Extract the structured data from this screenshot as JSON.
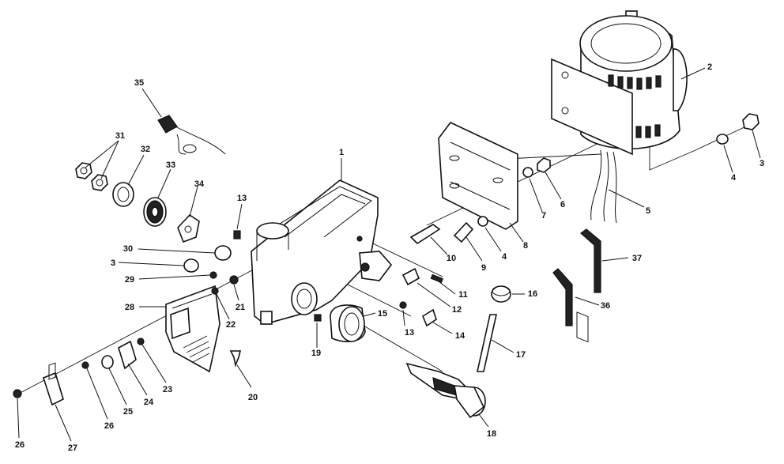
{
  "diagram": {
    "callouts": [
      {
        "id": "c1",
        "text": "1"
      },
      {
        "id": "c2",
        "text": "2"
      },
      {
        "id": "c3a",
        "text": "3"
      },
      {
        "id": "c3b",
        "text": "3"
      },
      {
        "id": "c4a",
        "text": "4"
      },
      {
        "id": "c4b",
        "text": "4"
      },
      {
        "id": "c5",
        "text": "5"
      },
      {
        "id": "c6",
        "text": "6"
      },
      {
        "id": "c7",
        "text": "7"
      },
      {
        "id": "c8",
        "text": "8"
      },
      {
        "id": "c9",
        "text": "9"
      },
      {
        "id": "c10",
        "text": "10"
      },
      {
        "id": "c11",
        "text": "11"
      },
      {
        "id": "c12",
        "text": "12"
      },
      {
        "id": "c13a",
        "text": "13"
      },
      {
        "id": "c13b",
        "text": "13"
      },
      {
        "id": "c14",
        "text": "14"
      },
      {
        "id": "c15",
        "text": "15"
      },
      {
        "id": "c16",
        "text": "16"
      },
      {
        "id": "c17",
        "text": "17"
      },
      {
        "id": "c18",
        "text": "18"
      },
      {
        "id": "c19",
        "text": "19"
      },
      {
        "id": "c20",
        "text": "20"
      },
      {
        "id": "c21",
        "text": "21"
      },
      {
        "id": "c22",
        "text": "22"
      },
      {
        "id": "c23",
        "text": "23"
      },
      {
        "id": "c24",
        "text": "24"
      },
      {
        "id": "c25",
        "text": "25"
      },
      {
        "id": "c26a",
        "text": "26"
      },
      {
        "id": "c26b",
        "text": "26"
      },
      {
        "id": "c27",
        "text": "27"
      },
      {
        "id": "c28",
        "text": "28"
      },
      {
        "id": "c29",
        "text": "29"
      },
      {
        "id": "c30",
        "text": "30"
      },
      {
        "id": "c31",
        "text": "31"
      },
      {
        "id": "c32",
        "text": "32"
      },
      {
        "id": "c33",
        "text": "33"
      },
      {
        "id": "c34",
        "text": "34"
      },
      {
        "id": "c35",
        "text": "35"
      },
      {
        "id": "c36",
        "text": "36"
      },
      {
        "id": "c37",
        "text": "37"
      }
    ]
  }
}
